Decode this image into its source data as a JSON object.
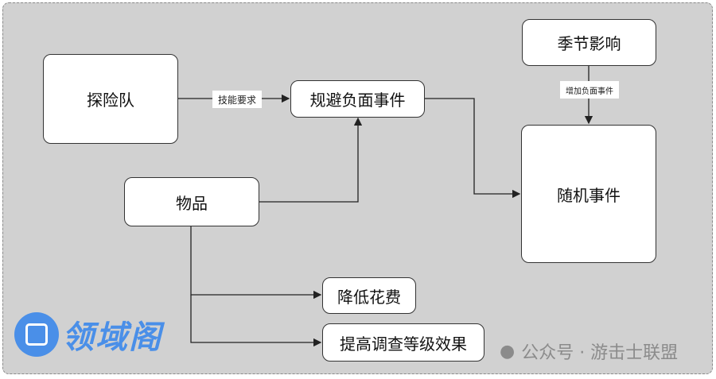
{
  "nodes": {
    "team": "探险队",
    "avoid": "规避负面事件",
    "season": "季节影响",
    "random": "随机事件",
    "items": "物品",
    "reduce_cost": "降低花费",
    "improve_survey": "提高调查等级效果"
  },
  "edge_labels": {
    "skill_req": "技能要求",
    "add_negative": "增加负面事件"
  },
  "watermark": {
    "logo_text": "领域阁",
    "account": "公众号 · 游击士联盟"
  }
}
